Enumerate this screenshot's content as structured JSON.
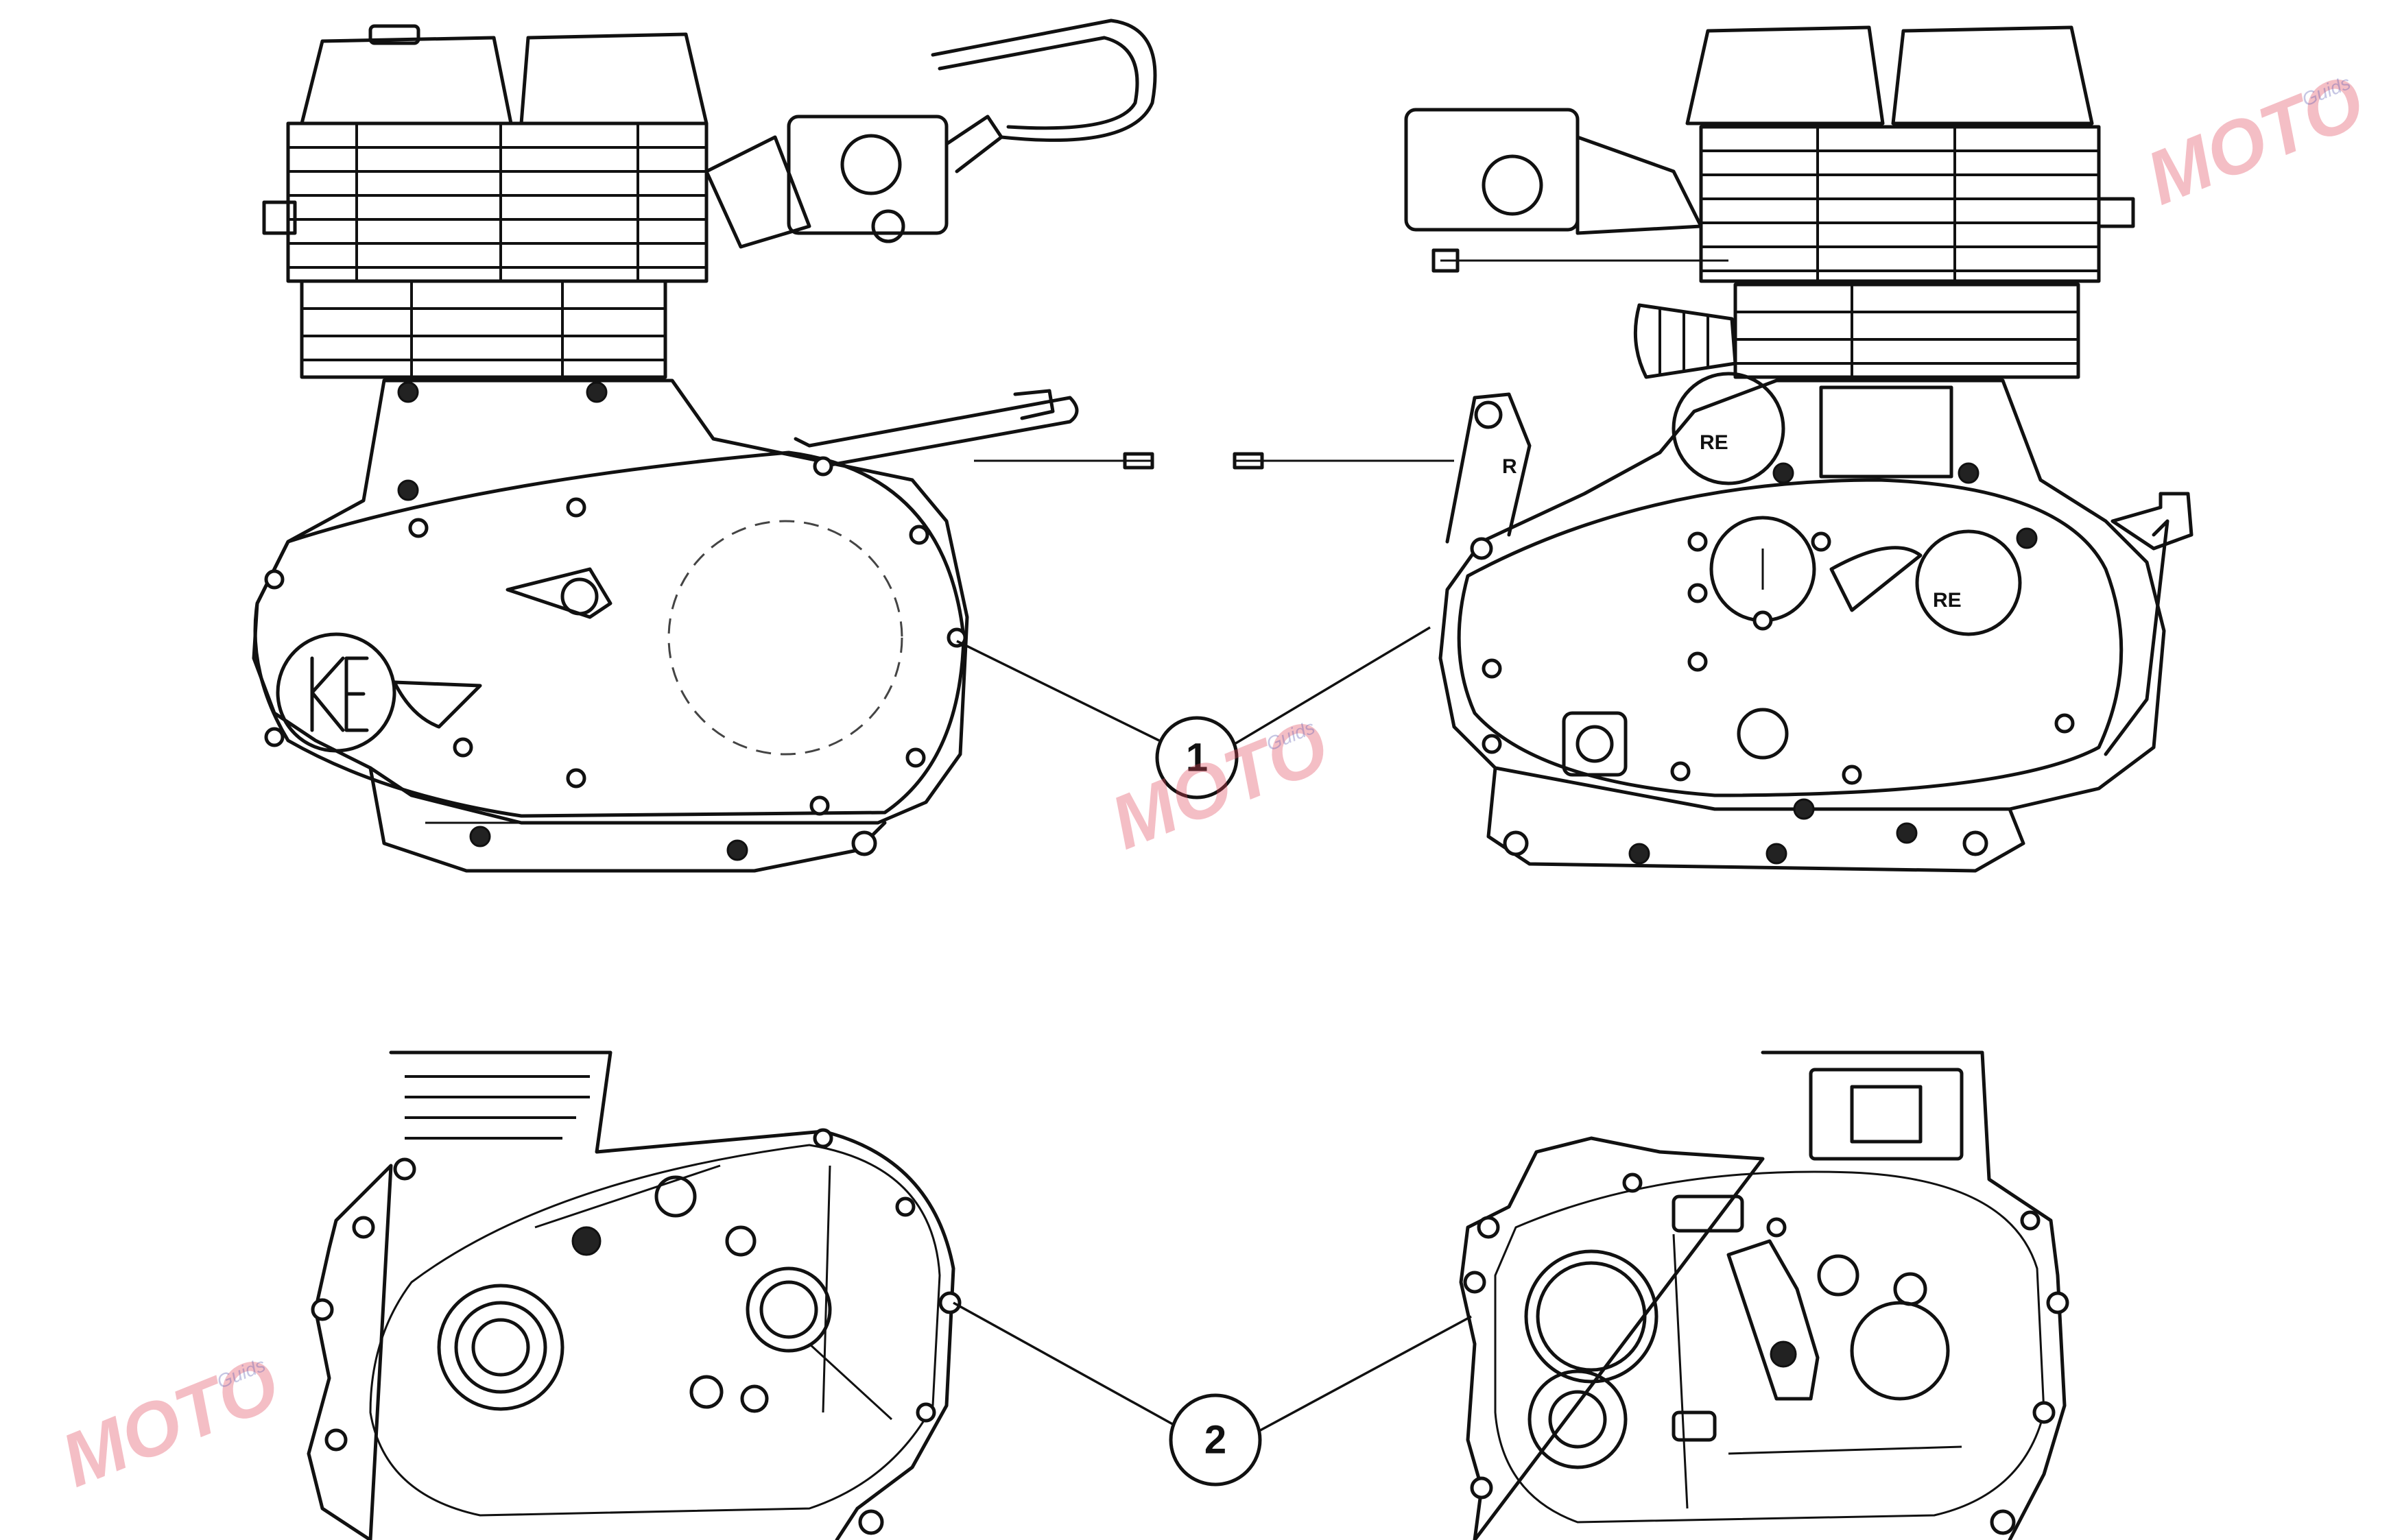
{
  "callouts": [
    {
      "label": "1"
    },
    {
      "label": "2"
    }
  ],
  "side_marking": "R",
  "watermark": {
    "text": "MOTO",
    "sub": "Guids",
    "primary_color": "#e0455a",
    "secondary_color": "#5a5ab0"
  },
  "colors": {
    "line": "#111111",
    "background": "#ffffff"
  }
}
